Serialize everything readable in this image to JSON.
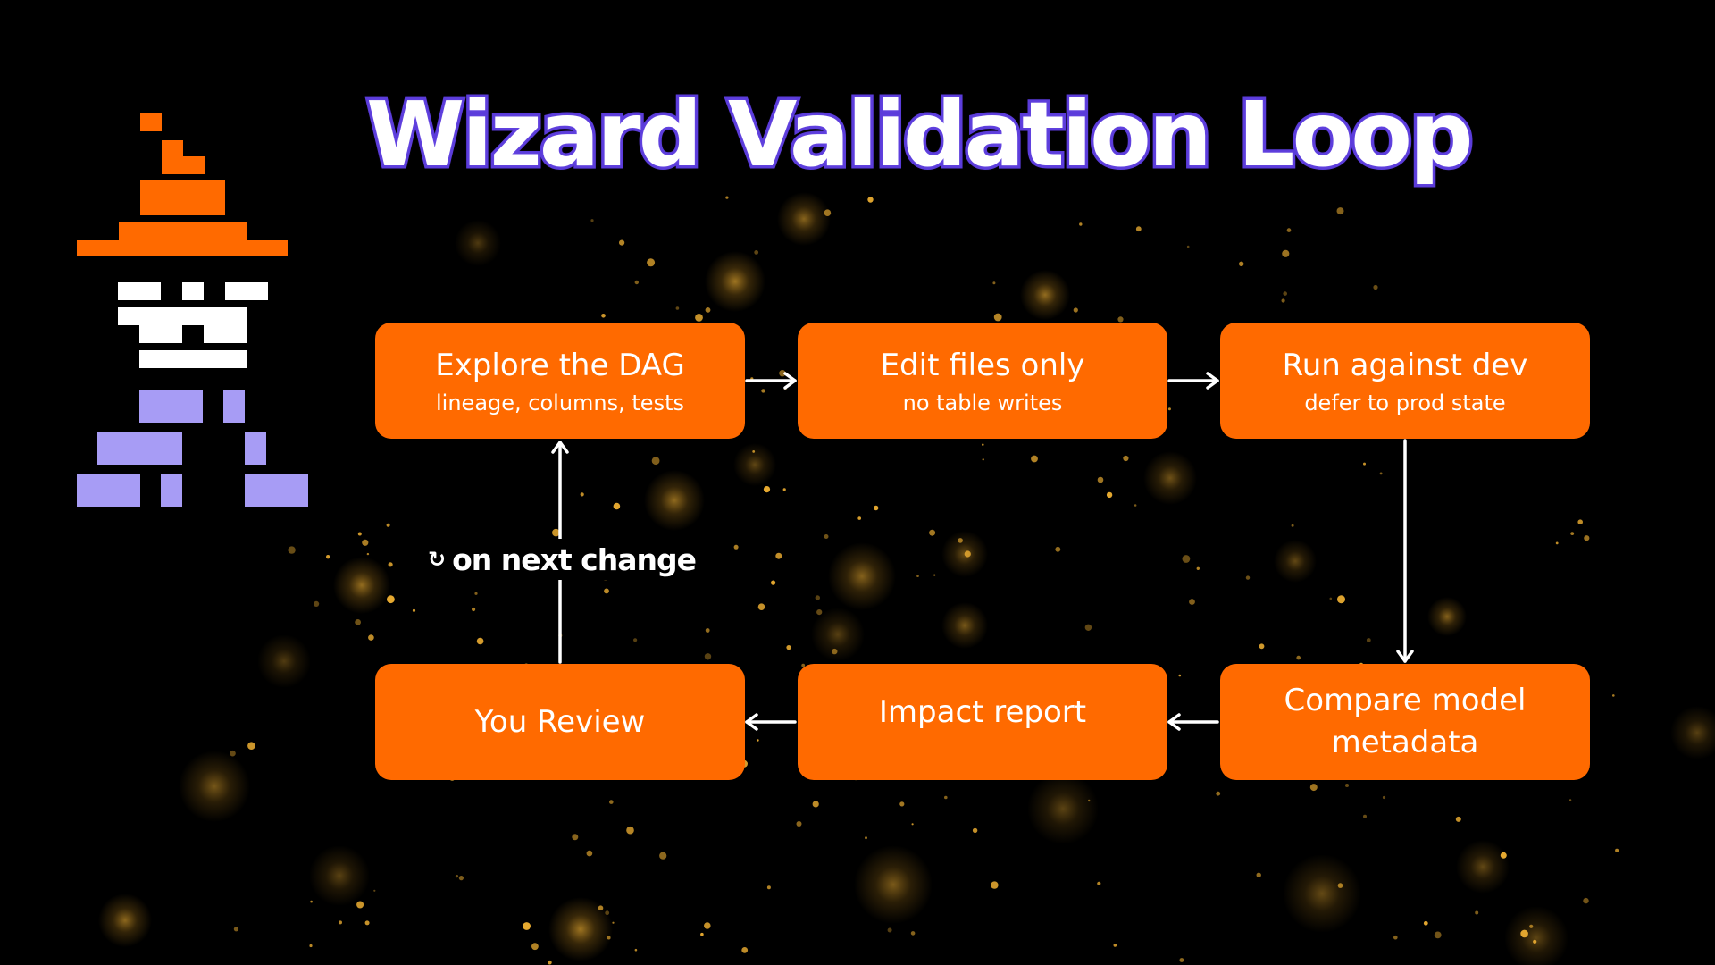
{
  "slide": {
    "title": "Wizard Validation Loop"
  },
  "wizard": {
    "icon": "pixel-wizard-icon",
    "hat_color": "#ff6a00",
    "face_color": "#ffffff",
    "robe_color": "#a79cf5"
  },
  "colors": {
    "background": "#000000",
    "node_fill": "#ff6a00",
    "node_text": "#ffffff",
    "title_fill": "#ffffff",
    "title_outline": "#5a3bd9",
    "connector": "#ffffff",
    "sparkle": "#f2b233"
  },
  "nodes": {
    "explore": {
      "title": "Explore the DAG",
      "subtitle": "lineage, columns, tests"
    },
    "edit": {
      "title": "Edit files only",
      "subtitle": "no table writes"
    },
    "run": {
      "title": "Run against dev",
      "subtitle": "defer to prod state"
    },
    "compare": {
      "title_line1": "Compare model",
      "title_line2": "metadata"
    },
    "impact": {
      "title": "Impact report"
    },
    "review": {
      "title": "You Review"
    }
  },
  "edges": [
    {
      "from": "Explore the DAG",
      "to": "Edit files only"
    },
    {
      "from": "Edit files only",
      "to": "Run against dev"
    },
    {
      "from": "Run against dev",
      "to": "Compare model metadata"
    },
    {
      "from": "Compare model metadata",
      "to": "Impact report"
    },
    {
      "from": "Impact report",
      "to": "You Review"
    },
    {
      "from": "You Review",
      "to": "Explore the DAG",
      "label": "on next change"
    }
  ],
  "loop_label": {
    "icon": "↻",
    "icon_name": "loop-arrow-icon",
    "text": "on next change"
  }
}
